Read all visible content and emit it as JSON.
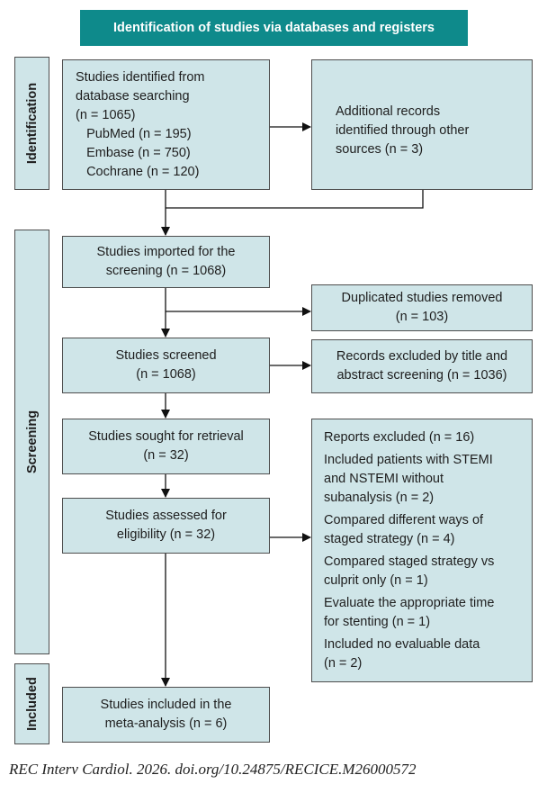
{
  "header": {
    "title": "Identification of studies via databases and registers"
  },
  "phases": {
    "identification": "Identification",
    "screening": "Screening",
    "included": "Included"
  },
  "boxes": {
    "database": [
      "Studies identified from",
      "database searching",
      "(n = 1065)",
      "   PubMed (n = 195)",
      "   Embase (n = 750)",
      "   Cochrane (n = 120)"
    ],
    "other_sources": [
      "Additional records",
      "identified through other",
      "sources (n = 3)"
    ],
    "imported": [
      "Studies imported for the",
      "screening (n = 1068)"
    ],
    "duplicates": [
      "Duplicated studies removed",
      "(n = 103)"
    ],
    "screened": [
      "Studies screened",
      "(n = 1068)"
    ],
    "excluded_title": [
      "Records excluded by title and",
      "abstract screening (n = 1036)"
    ],
    "retrieval": [
      "Studies sought for retrieval",
      "(n = 32)"
    ],
    "eligibility": [
      "Studies assessed for",
      "eligibility (n = 32)"
    ],
    "reports_excluded": [
      [
        "Reports excluded (n = 16)"
      ],
      [
        "Included patients with STEMI",
        "and NSTEMI without",
        "subanalysis (n = 2)"
      ],
      [
        "Compared different ways of",
        "staged strategy (n = 4)"
      ],
      [
        "Compared staged strategy vs",
        "culprit only (n = 1)"
      ],
      [
        "Evaluate the appropriate time",
        "for stenting (n = 1)"
      ],
      [
        "Included no evaluable data",
        "(n = 2)"
      ]
    ],
    "included": [
      "Studies included in the",
      "meta-analysis (n = 6)"
    ]
  },
  "colors": {
    "header_bg": "#0e8a8b",
    "box_bg": "#cfe5e8",
    "border": "#4d4d4d"
  },
  "caption": "REC Interv Cardiol. 2026. doi.org/10.24875/RECICE.M26000572"
}
